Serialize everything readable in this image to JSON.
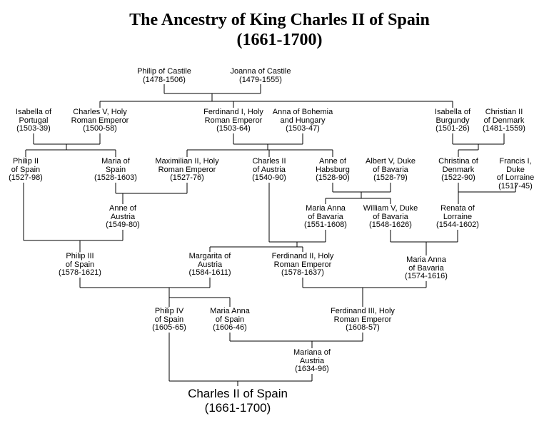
{
  "title": {
    "line1": "The Ancestry of King Charles II of Spain",
    "line2": "(1661-1700)"
  },
  "people": {
    "philip_of_castile": "Philip of Castile\n(1478-1506)",
    "joanna_of_castile": "Joanna of Castile\n(1479-1555)",
    "isabella_of_portugal": "Isabella of\nPortugal\n(1503-39)",
    "charles_v": "Charles V, Holy\nRoman Emperor\n(1500-58)",
    "ferdinand_i": "Ferdinand I, Holy\nRoman Emperor\n(1503-64)",
    "anna_of_bohemia": "Anna of Bohemia\nand Hungary\n(1503-47)",
    "isabella_of_burgundy": "Isabella of\nBurgundy\n(1501-26)",
    "christian_ii": "Christian II\nof Denmark\n(1481-1559)",
    "philip_ii": "Philip II\nof Spain\n(1527-98)",
    "maria_of_spain": "Maria of\nSpain\n(1528-1603)",
    "maximilian_ii": "Maximilian II, Holy\nRoman Emperor\n(1527-76)",
    "charles_ii_of_austria": "Charles II\nof Austria\n(1540-90)",
    "anne_of_habsburg": "Anne of\nHabsburg\n(1528-90)",
    "albert_v": "Albert V, Duke\nof Bavaria\n(1528-79)",
    "christina_of_denmark": "Christina of\nDenmark\n(1522-90)",
    "francis_i": "Francis I, Duke\nof Lorraine\n(1517-45)",
    "anne_of_austria": "Anne of\nAustria\n(1549-80)",
    "maria_anna_of_bavaria_1551": "Maria Anna\nof Bavaria\n(1551-1608)",
    "william_v": "William V, Duke\nof Bavaria\n(1548-1626)",
    "renata_of_lorraine": "Renata of\nLorraine\n(1544-1602)",
    "philip_iii": "Philip III\nof Spain\n(1578-1621)",
    "margarita_of_austria": "Margarita of\nAustria\n(1584-1611)",
    "ferdinand_ii": "Ferdinand II, Holy\nRoman Emperor\n(1578-1637)",
    "maria_anna_of_bavaria_1574": "Maria Anna\nof Bavaria\n(1574-1616)",
    "philip_iv": "Philip IV\nof Spain\n(1605-65)",
    "maria_anna_of_spain": "Maria Anna\nof Spain\n(1606-46)",
    "ferdinand_iii": "Ferdinand III, Holy\nRoman Emperor\n(1608-57)",
    "mariana_of_austria": "Mariana of\nAustria\n(1634-96)",
    "charles_ii_of_spain": "Charles II of Spain\n(1661-1700)"
  },
  "unions": [
    {
      "parents": [
        "philip_of_castile",
        "joanna_of_castile"
      ],
      "children": [
        "charles_v",
        "ferdinand_i",
        "isabella_of_burgundy"
      ]
    },
    {
      "parents": [
        "charles_v",
        "isabella_of_portugal"
      ],
      "children": [
        "philip_ii",
        "maria_of_spain"
      ]
    },
    {
      "parents": [
        "ferdinand_i",
        "anna_of_bohemia"
      ],
      "children": [
        "maximilian_ii",
        "charles_ii_of_austria",
        "anne_of_habsburg"
      ]
    },
    {
      "parents": [
        "christian_ii",
        "isabella_of_burgundy"
      ],
      "children": [
        "christina_of_denmark"
      ]
    },
    {
      "parents": [
        "maximilian_ii",
        "maria_of_spain"
      ],
      "children": [
        "anne_of_austria"
      ]
    },
    {
      "parents": [
        "albert_v",
        "anne_of_habsburg"
      ],
      "children": [
        "maria_anna_of_bavaria_1551",
        "william_v"
      ]
    },
    {
      "parents": [
        "francis_i",
        "christina_of_denmark"
      ],
      "children": [
        "renata_of_lorraine"
      ]
    },
    {
      "parents": [
        "philip_ii",
        "anne_of_austria"
      ],
      "children": [
        "philip_iii"
      ]
    },
    {
      "parents": [
        "charles_ii_of_austria",
        "maria_anna_of_bavaria_1551"
      ],
      "children": [
        "margarita_of_austria",
        "ferdinand_ii"
      ]
    },
    {
      "parents": [
        "william_v",
        "renata_of_lorraine"
      ],
      "children": [
        "maria_anna_of_bavaria_1574"
      ]
    },
    {
      "parents": [
        "philip_iii",
        "margarita_of_austria"
      ],
      "children": [
        "philip_iv",
        "maria_anna_of_spain"
      ]
    },
    {
      "parents": [
        "ferdinand_ii",
        "maria_anna_of_bavaria_1574"
      ],
      "children": [
        "ferdinand_iii"
      ]
    },
    {
      "parents": [
        "maria_anna_of_spain",
        "ferdinand_iii"
      ],
      "children": [
        "mariana_of_austria"
      ]
    },
    {
      "parents": [
        "philip_iv",
        "mariana_of_austria"
      ],
      "children": [
        "charles_ii_of_spain"
      ]
    }
  ]
}
